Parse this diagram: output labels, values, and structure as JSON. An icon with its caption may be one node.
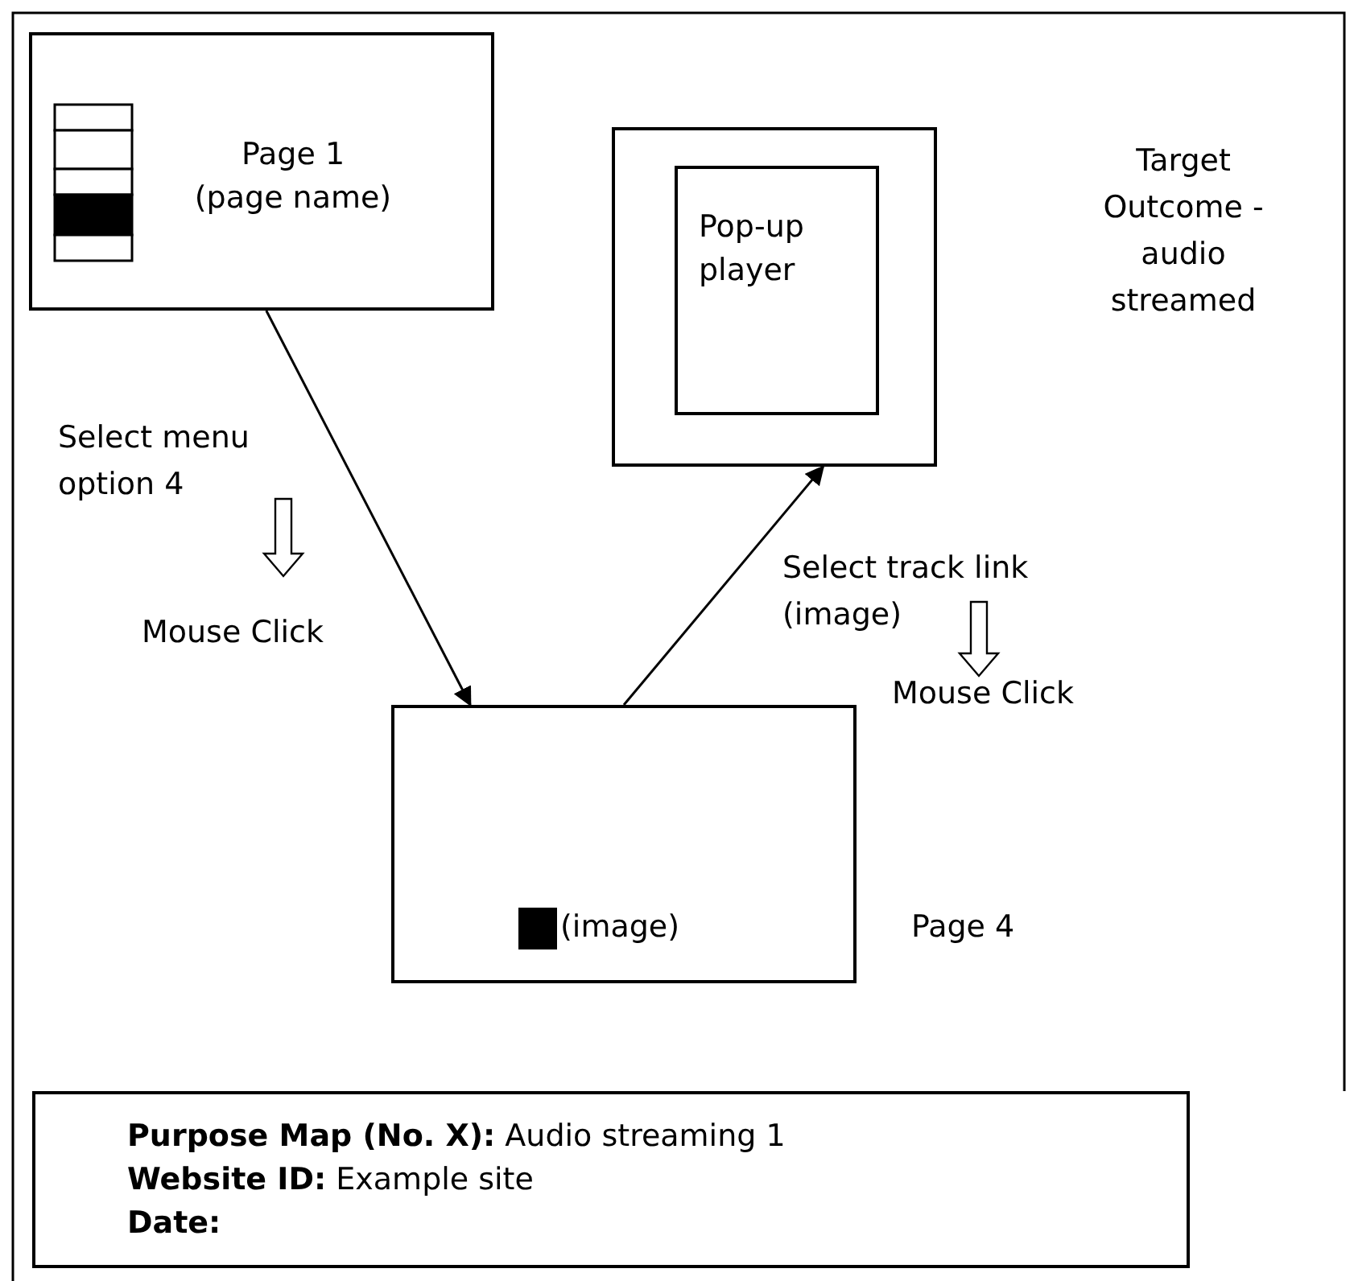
{
  "diagram": {
    "nodes": [
      {
        "text": [
          "Page 1",
          "(page name)"
        ]
      },
      {
        "text": [],
        "shape": "box"
      },
      {
        "text": [
          "Pop-up player"
        ],
        "in": 1
      },
      {
        "text": [
          "(image)"
        ],
        "beside": [
          "Page 4"
        ]
      },
      {
        "text": [
          "**Purpose Map (No. X):** Audio streaming 1",
          "**Website ID:** Example site",
          "**Date:**"
        ]
      }
    ],
    "edges": [
      {
        "from": 0,
        "to": 3,
        "arrow": "to"
      },
      {
        "from": 3,
        "to": 1,
        "arrow": "to"
      }
    ],
    "labels": [
      "Target Outcome - audio streamed",
      "Select menu option 4",
      "Mouse Click",
      "Select track link (image)",
      "Mouse Click"
    ]
  }
}
